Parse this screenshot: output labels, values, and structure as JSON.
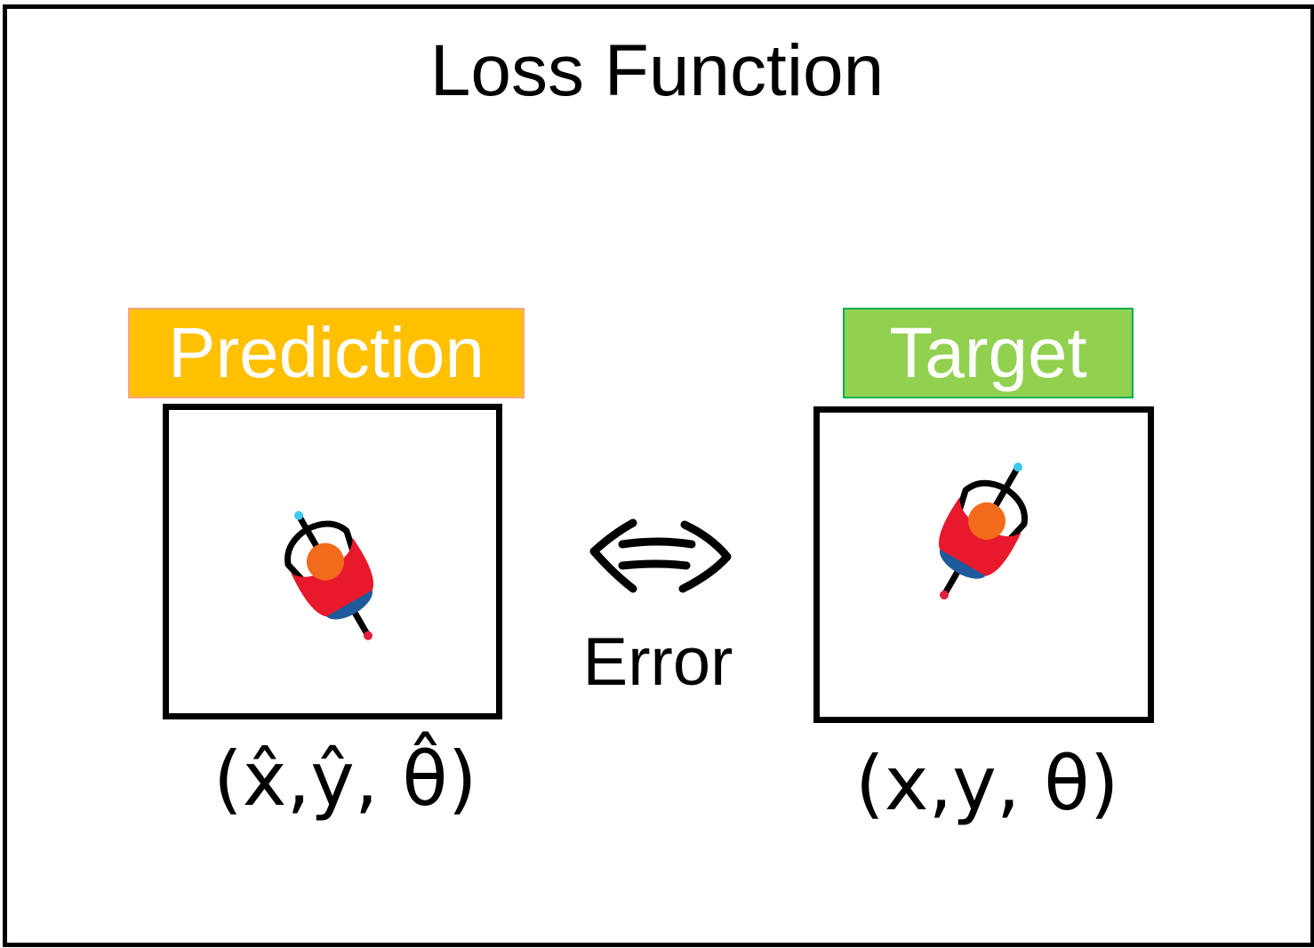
{
  "title": "Loss Function",
  "prediction": {
    "label": "Prediction",
    "label_color": "#ffc000",
    "formula": "(x̂,ŷ, θ̂)"
  },
  "target": {
    "label": "Target",
    "label_color": "#92d050",
    "formula": "(x,y, θ)"
  },
  "comparison": {
    "symbol": "⟸⟹",
    "label": "Error"
  },
  "icons": {
    "cyclist": "cyclist-top-view-icon",
    "arrow": "double-arrow-icon"
  }
}
